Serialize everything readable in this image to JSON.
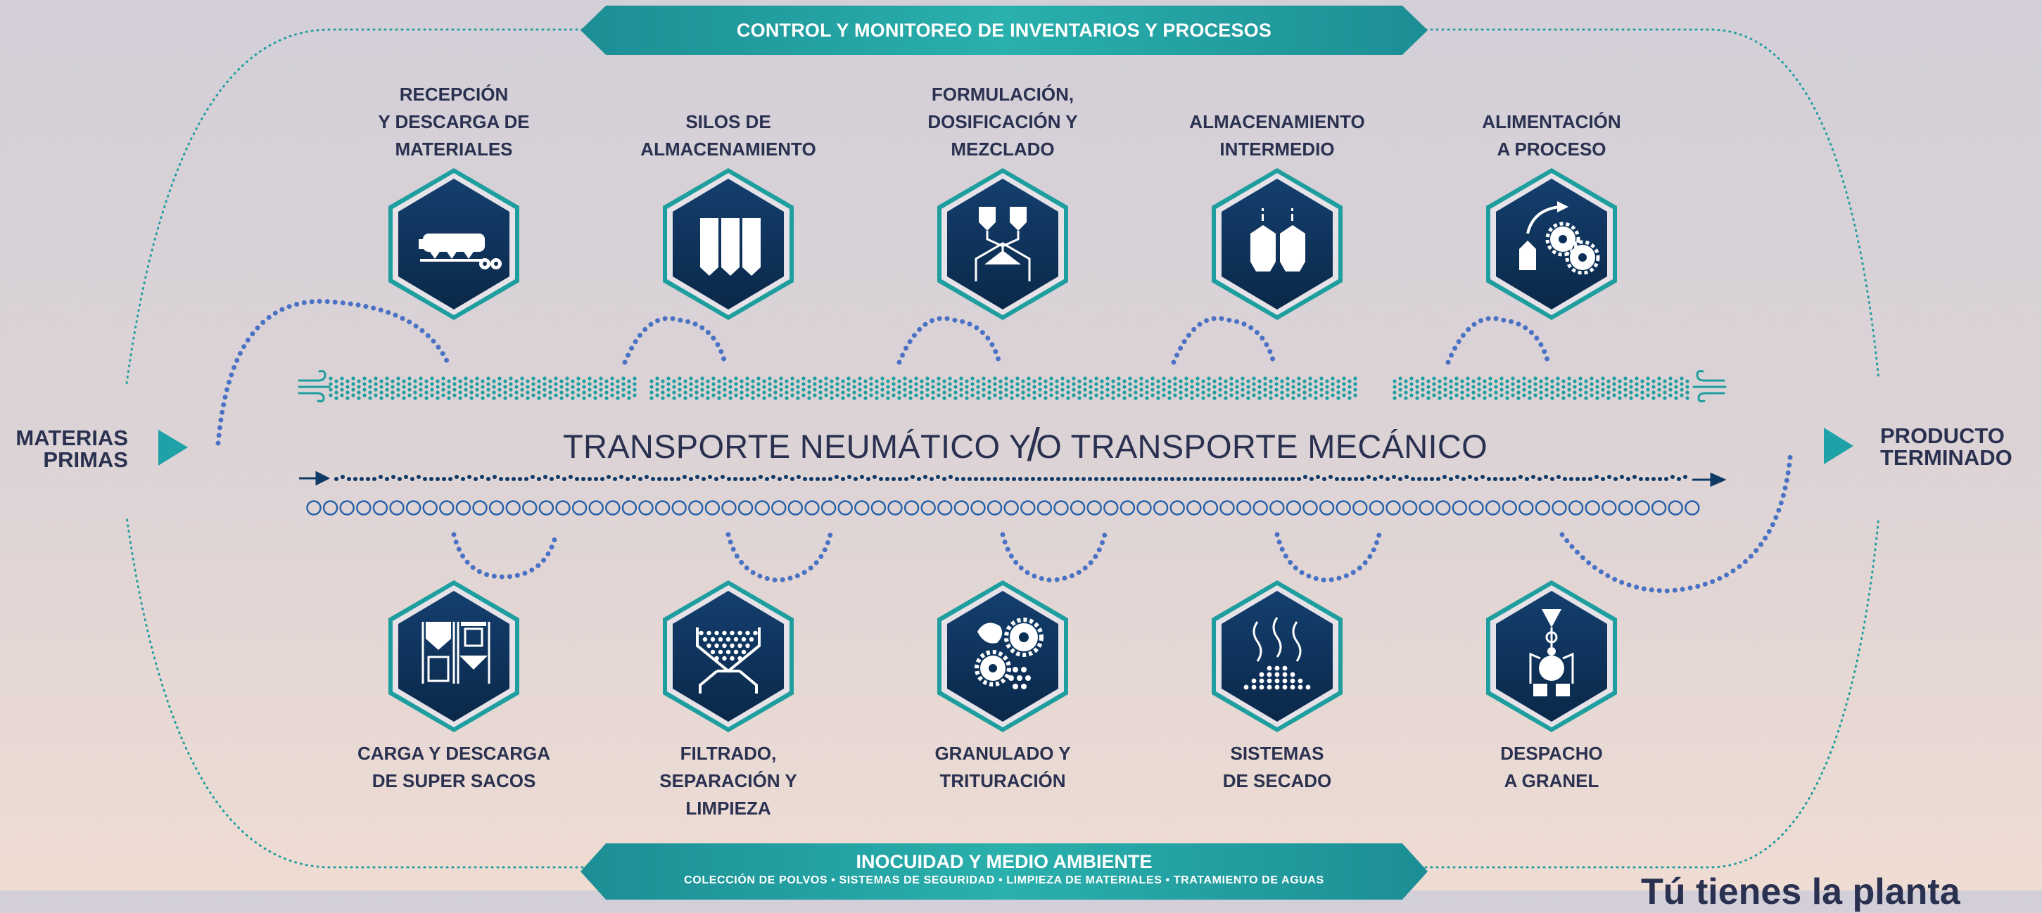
{
  "colors": {
    "navy": "#2a3150",
    "teal": "#1e9e9e",
    "hex_dark": "#0b2e55",
    "dots": "#4a72c4"
  },
  "top_banner": "CONTROL Y MONITOREO DE INVENTARIOS Y PROCESOS",
  "bottom_banner": {
    "title": "INOCUIDAD Y MEDIO AMBIENTE",
    "subtitle": "COLECCIÓN DE POLVOS • SISTEMAS DE SEGURIDAD • LIMPIEZA DE MATERIALES • TRATAMIENTO DE AGUAS"
  },
  "left_label": {
    "line1": "MATERIAS",
    "line2": "PRIMAS"
  },
  "right_label": {
    "line1": "PRODUCTO",
    "line2": "TERMINADO"
  },
  "center": {
    "left": "TRANSPORTE NEUMÁTICO Y",
    "slash": "/",
    "right": "O TRANSPORTE MECÁNICO"
  },
  "corner_text": "Tú tienes la planta",
  "top_steps": [
    {
      "lines": [
        "RECEPCIÓN",
        "Y DESCARGA DE",
        "MATERIALES"
      ],
      "icon": "tanker-truck-icon"
    },
    {
      "lines": [
        "SILOS DE",
        "ALMACENAMIENTO"
      ],
      "icon": "silos-icon"
    },
    {
      "lines": [
        "FORMULACIÓN,",
        "DOSIFICACIÓN  Y",
        "MEZCLADO"
      ],
      "icon": "mixing-icon"
    },
    {
      "lines": [
        "ALMACENAMIENTO",
        "INTERMEDIO"
      ],
      "icon": "intermediate-storage-icon"
    },
    {
      "lines": [
        "ALIMENTACIÓN",
        "A PROCESO"
      ],
      "icon": "process-feed-icon"
    }
  ],
  "bottom_steps": [
    {
      "lines": [
        "CARGA Y DESCARGA",
        "DE SUPER SACOS"
      ],
      "icon": "super-sacks-icon"
    },
    {
      "lines": [
        "FILTRADO,",
        "SEPARACIÓN Y",
        "LIMPIEZA"
      ],
      "icon": "filter-icon"
    },
    {
      "lines": [
        "GRANULADO Y",
        "TRITURACIÓN"
      ],
      "icon": "granulation-icon"
    },
    {
      "lines": [
        "SISTEMAS",
        "DE SECADO"
      ],
      "icon": "drying-icon"
    },
    {
      "lines": [
        "DESPACHO",
        "A GRANEL"
      ],
      "icon": "bulk-dispatch-icon"
    }
  ]
}
